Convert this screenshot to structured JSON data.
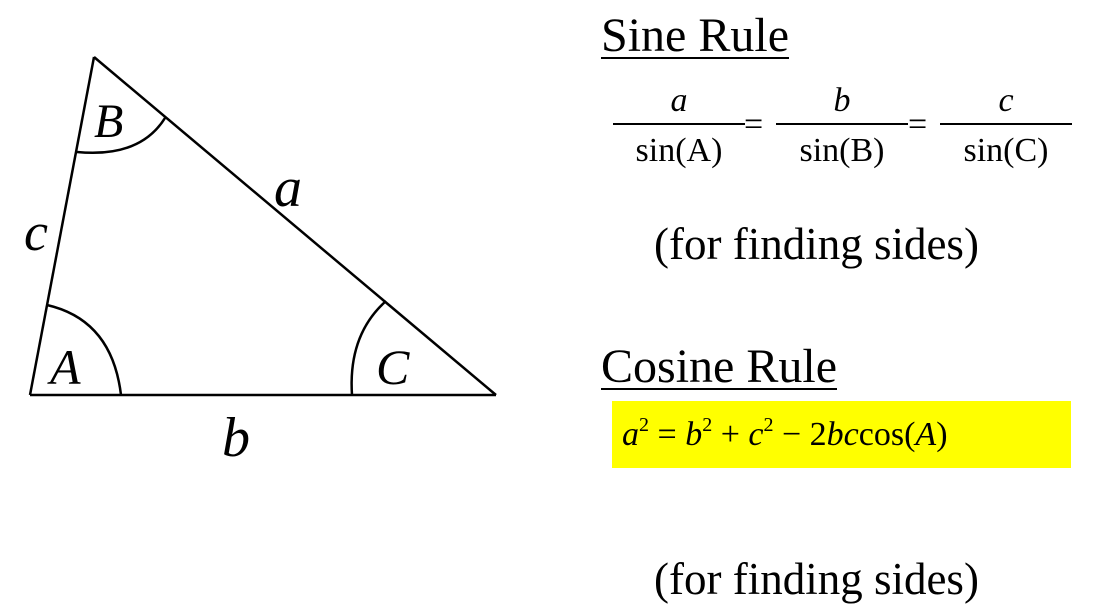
{
  "triangle": {
    "side_a": "a",
    "side_b": "b",
    "side_c": "c",
    "angle_A": "A",
    "angle_B": "B",
    "angle_C": "C"
  },
  "sine_rule": {
    "heading": "Sine Rule",
    "fractions": [
      {
        "numerator": "a",
        "denominator": "sin(A)"
      },
      {
        "numerator": "b",
        "denominator": "sin(B)"
      },
      {
        "numerator": "c",
        "denominator": "sin(C)"
      }
    ],
    "equals": "=",
    "note": "(for finding sides)"
  },
  "cosine_rule": {
    "heading": "Cosine Rule",
    "formula": {
      "a": "a",
      "b": "b",
      "c": "c",
      "exp": "2",
      "eq": " = ",
      "plus": " + ",
      "minus": " − 2",
      "bc": "bc",
      "cos": "cos(",
      "angle": "A",
      "close": ")"
    },
    "highlight_color": "#ffff00",
    "note": "(for finding sides)"
  }
}
